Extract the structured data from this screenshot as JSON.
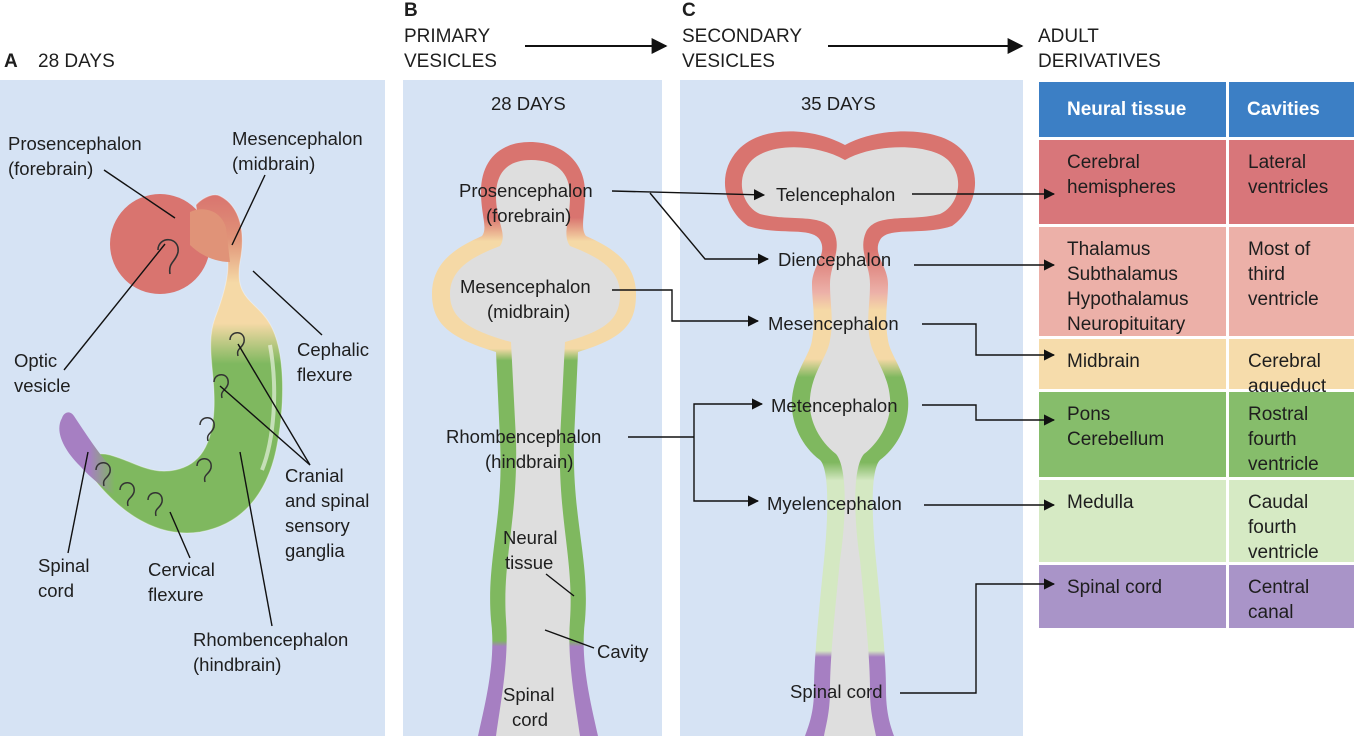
{
  "panel_a": {
    "letter": "A",
    "title": "28 DAYS",
    "labels": {
      "prosencephalon": [
        "Prosencephalon",
        "(forebrain)"
      ],
      "mesencephalon": [
        "Mesencephalon",
        "(midbrain)"
      ],
      "optic_vesicle": [
        "Optic",
        "vesicle"
      ],
      "cephalic_flexure": [
        "Cephalic",
        "flexure"
      ],
      "ganglia": [
        "Cranial",
        "and spinal",
        "sensory",
        "ganglia"
      ],
      "spinal_cord": [
        "Spinal",
        "cord"
      ],
      "cervical_flexure": [
        "Cervical",
        "flexure"
      ],
      "rhombencephalon": [
        "Rhombencephalon",
        "(hindbrain)"
      ]
    }
  },
  "panel_b": {
    "letter": "B",
    "title": [
      "PRIMARY",
      "VESICLES"
    ],
    "age": "28 DAYS",
    "labels": {
      "prosencephalon": [
        "Prosencephalon",
        "(forebrain)"
      ],
      "mesencephalon": [
        "Mesencephalon",
        "(midbrain)"
      ],
      "rhombencephalon": [
        "Rhombencephalon",
        "(hindbrain)"
      ],
      "neural_tissue": [
        "Neural",
        "tissue"
      ],
      "cavity": "Cavity",
      "spinal_cord": [
        "Spinal",
        "cord"
      ]
    }
  },
  "panel_c": {
    "letter": "C",
    "title": [
      "SECONDARY",
      "VESICLES"
    ],
    "age": "35 DAYS",
    "labels": {
      "telencephalon": "Telencephalon",
      "diencephalon": "Diencephalon",
      "mesencephalon": "Mesencephalon",
      "metencephalon": "Metencephalon",
      "myelencephalon": "Myelencephalon",
      "spinal_cord": "Spinal cord"
    }
  },
  "panel_d": {
    "title": [
      "ADULT",
      "DERIVATIVES"
    ],
    "headers": [
      "Neural tissue",
      "Cavities"
    ],
    "rows": [
      {
        "neural": [
          "Cerebral",
          "hemispheres"
        ],
        "cavity": [
          "Lateral",
          "ventricles"
        ],
        "color": "#d8767a"
      },
      {
        "neural": [
          "Thalamus",
          "Subthalamus",
          "Hypothalamus",
          "Neuropituitary"
        ],
        "cavity": [
          "Most of",
          "third",
          "ventricle"
        ],
        "color": "#ecb0a8"
      },
      {
        "neural": [
          "Midbrain"
        ],
        "cavity": [
          "Cerebral",
          "aqueduct"
        ],
        "color": "#f6dcab"
      },
      {
        "neural": [
          "Pons",
          "Cerebellum"
        ],
        "cavity": [
          "Rostral",
          "fourth",
          "ventricle"
        ],
        "color": "#86bd6b"
      },
      {
        "neural": [
          "Medulla"
        ],
        "cavity": [
          "Caudal",
          "fourth",
          "ventricle"
        ],
        "color": "#d6eac4"
      },
      {
        "neural": [
          "Spinal cord"
        ],
        "cavity": [
          "Central",
          "canal"
        ],
        "color": "#a994c8"
      }
    ]
  },
  "colors": {
    "panel_bg": "#d6e3f4",
    "forebrain": "#d9746f",
    "midbrain": "#f5d9a6",
    "hindbrain": "#7fb85f",
    "myelencephalon": "#d4e8c2",
    "spinal": "#a67fc2",
    "cavity": "#dedede",
    "header": "#3c7fc5"
  }
}
